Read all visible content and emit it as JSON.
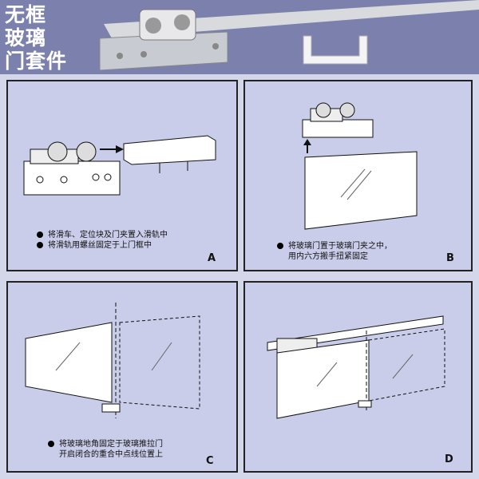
{
  "header": {
    "title_lines": [
      "无框",
      "玻璃",
      "门套件"
    ]
  },
  "panels": [
    {
      "letter": "A",
      "notes": [
        "将滑车、定位块及门夹置入滑轨中",
        "将滑轨用螺丝固定于上门框中"
      ]
    },
    {
      "letter": "B",
      "notes": [
        "将玻璃门置于玻璃门夹之中，",
        "用内六方搬手扭紧固定"
      ]
    },
    {
      "letter": "C",
      "notes": [
        "将玻璃地角固定于玻璃推拉门",
        "开启闭合的重合中点线位置上"
      ]
    },
    {
      "letter": "D",
      "notes": []
    }
  ],
  "colors": {
    "header": "#7b80ad",
    "panel": "#c9cde9"
  }
}
